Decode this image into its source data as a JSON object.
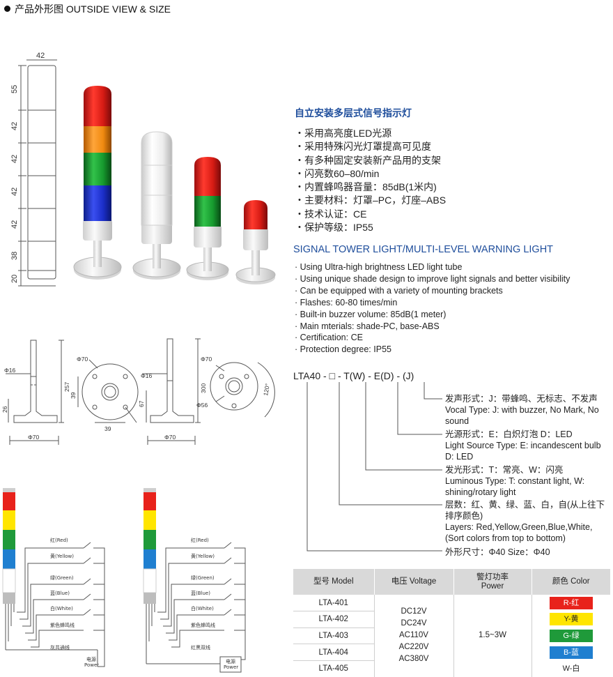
{
  "header": {
    "title": "产品外形图 OUTSIDE VIEW & SIZE"
  },
  "dimensions": {
    "width_label": "42",
    "heights": [
      "55",
      "42",
      "42",
      "42",
      "42",
      "38",
      "20"
    ]
  },
  "features_cn": {
    "title": "自立安装多层式信号指示灯",
    "items": [
      "・采用高亮度LED光源",
      "・采用特殊闪光灯罩提高可见度",
      "・有多种固定安装新产品用的支架",
      "・闪亮数60–80/min",
      "・内置蜂鸣器音量：85dB(1米内)",
      "・主要材料：灯罩–PC，灯座–ABS",
      "・技术认证：CE",
      "・保护等级：IP55"
    ]
  },
  "features_en": {
    "title": "SIGNAL TOWER LIGHT/MULTI-LEVEL WARNING LIGHT",
    "items": [
      "· Using Ultra-high brightness LED light tube",
      "· Using unique shade design to improve light signals and better visibility",
      "· Can be equipped with a variety of mounting brackets",
      "· Flashes: 60-80 times/min",
      "· Built-in buzzer volume: 85dB(1 meter)",
      "· Main mterials: shade-PC, base-ABS",
      "· Certification: CE",
      "· Protection degree: IP55"
    ]
  },
  "drawing": {
    "left": {
      "d16": "Φ16",
      "d70": "Φ70",
      "h257": "257",
      "h39": "39",
      "h26": "26",
      "w39": "39",
      "top70": "Φ70"
    },
    "right": {
      "d16": "Φ16",
      "d70": "Φ70",
      "h300": "300",
      "h67": "67",
      "top70": "Φ70",
      "d56": "Φ56",
      "a120": "120°"
    }
  },
  "model_code": {
    "code": "LTA40 - □ - T(W) - E(D) - (J)",
    "legends": [
      {
        "cn": "发声形式：J：带蜂鸣、无标志、不发声",
        "en": "Vocal Type: J: with buzzer, No Mark, No sound"
      },
      {
        "cn": "光源形式：E：白炽灯泡   D：LED",
        "en": "Light Source Type: E: incandescent bulb D: LED"
      },
      {
        "cn": "发光形式：T：常亮、W：闪亮",
        "en": "Luminous Type: T: constant light, W: shining/rotary light"
      },
      {
        "cn": "层数：红、黄、绿、蓝、白，自(从上往下排序颜色)",
        "en": "Layers: Red,Yellow,Green,Blue,White, (Sort colors from top to bottom)"
      },
      {
        "cn": "外形尺寸：Φ40    Size：Φ40",
        "en": ""
      }
    ]
  },
  "wiring": {
    "labels": [
      "红(Red)",
      "黄(Yellow)",
      "绿(Green)",
      "蓝(Blue)",
      "白(White)",
      "紫色蜂鸣线"
    ],
    "common_left": "灰共通线",
    "common_right": "红黑双线",
    "power_cn": "电源",
    "power_en": "Power"
  },
  "spec_table": {
    "headers": {
      "model": "型号 Model",
      "voltage": "电压 Voltage",
      "power": "警灯功率\nPower",
      "color": "颜色 Color"
    },
    "models": [
      "LTA-401",
      "LTA-402",
      "LTA-403",
      "LTA-404",
      "LTA-405"
    ],
    "voltages": [
      "DC12V",
      "DC24V",
      "AC110V",
      "AC220V",
      "AC380V"
    ],
    "power": "1.5~3W",
    "colors": [
      {
        "label": "R-红",
        "bg": "#e8221b",
        "fg": "#ffffff"
      },
      {
        "label": "Y-黄",
        "bg": "#ffe500",
        "fg": "#222222"
      },
      {
        "label": "G-绿",
        "bg": "#1f9a3a",
        "fg": "#ffffff"
      },
      {
        "label": "B-蓝",
        "bg": "#1f7fd0",
        "fg": "#ffffff"
      },
      {
        "label": "W-白",
        "bg": "#ffffff",
        "fg": "#222222"
      }
    ]
  }
}
